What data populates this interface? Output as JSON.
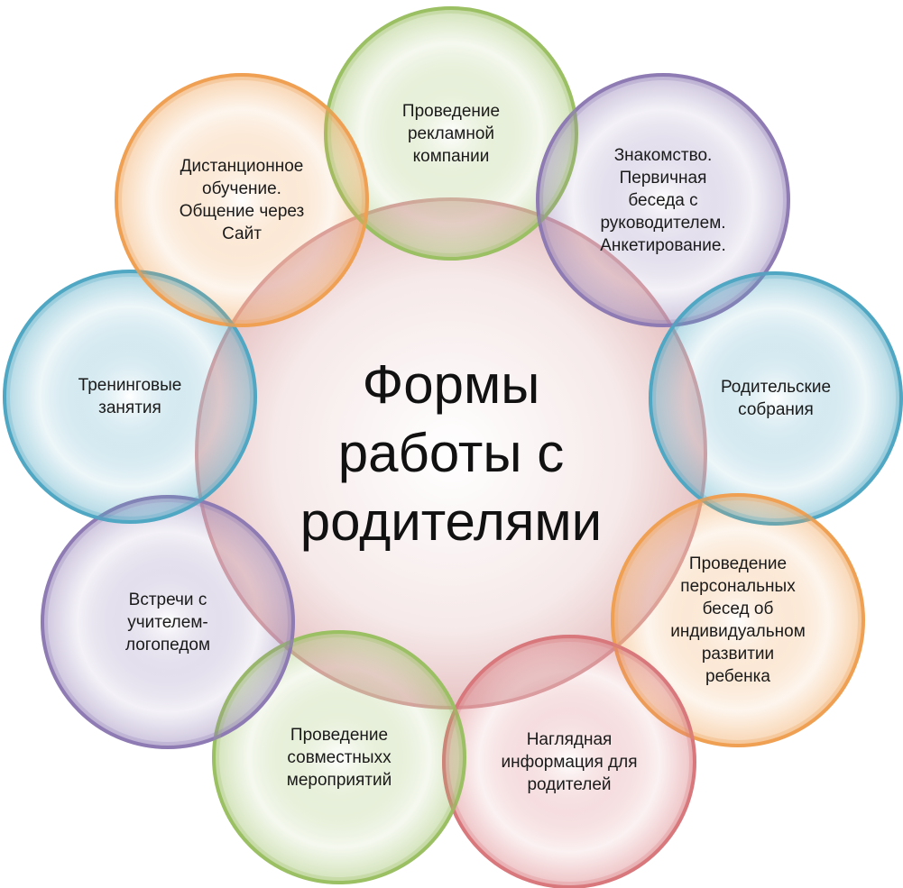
{
  "diagram": {
    "center": {
      "lines": [
        "Формы",
        "работы с",
        "родителями"
      ],
      "color": "#d9a0a3"
    },
    "nodes": [
      {
        "key": "n1",
        "lines": [
          "Проведение",
          "рекламной",
          "компании"
        ],
        "color": "#9bbf63"
      },
      {
        "key": "n2",
        "lines": [
          "Знакомство.",
          "Первичная",
          "беседа с",
          "руководителем.",
          "Анкетирование."
        ],
        "color": "#8e7bb3"
      },
      {
        "key": "n3",
        "lines": [
          "Родительские",
          "собрания"
        ],
        "color": "#4fa7c3"
      },
      {
        "key": "n4",
        "lines": [
          "Проведение",
          "персональных",
          "бесед об",
          "индивидуальном",
          "развитии",
          "ребенка"
        ],
        "color": "#f0a153"
      },
      {
        "key": "n5",
        "lines": [
          "Наглядная",
          "информация для",
          "родителей"
        ],
        "color": "#d9787d"
      },
      {
        "key": "n6",
        "lines": [
          "Проведение",
          "совместныхх",
          "мероприятий"
        ],
        "color": "#9bbf63"
      },
      {
        "key": "n7",
        "lines": [
          "Встречи с",
          "учителем-",
          "логопедом"
        ],
        "color": "#8e7bb3"
      },
      {
        "key": "n8",
        "lines": [
          "Тренинговые",
          "занятия"
        ],
        "color": "#4fa7c3"
      },
      {
        "key": "n9",
        "lines": [
          "Дистанционное",
          "обучение.",
          "Общение через",
          "Сайт"
        ],
        "color": "#f0a153"
      }
    ]
  }
}
